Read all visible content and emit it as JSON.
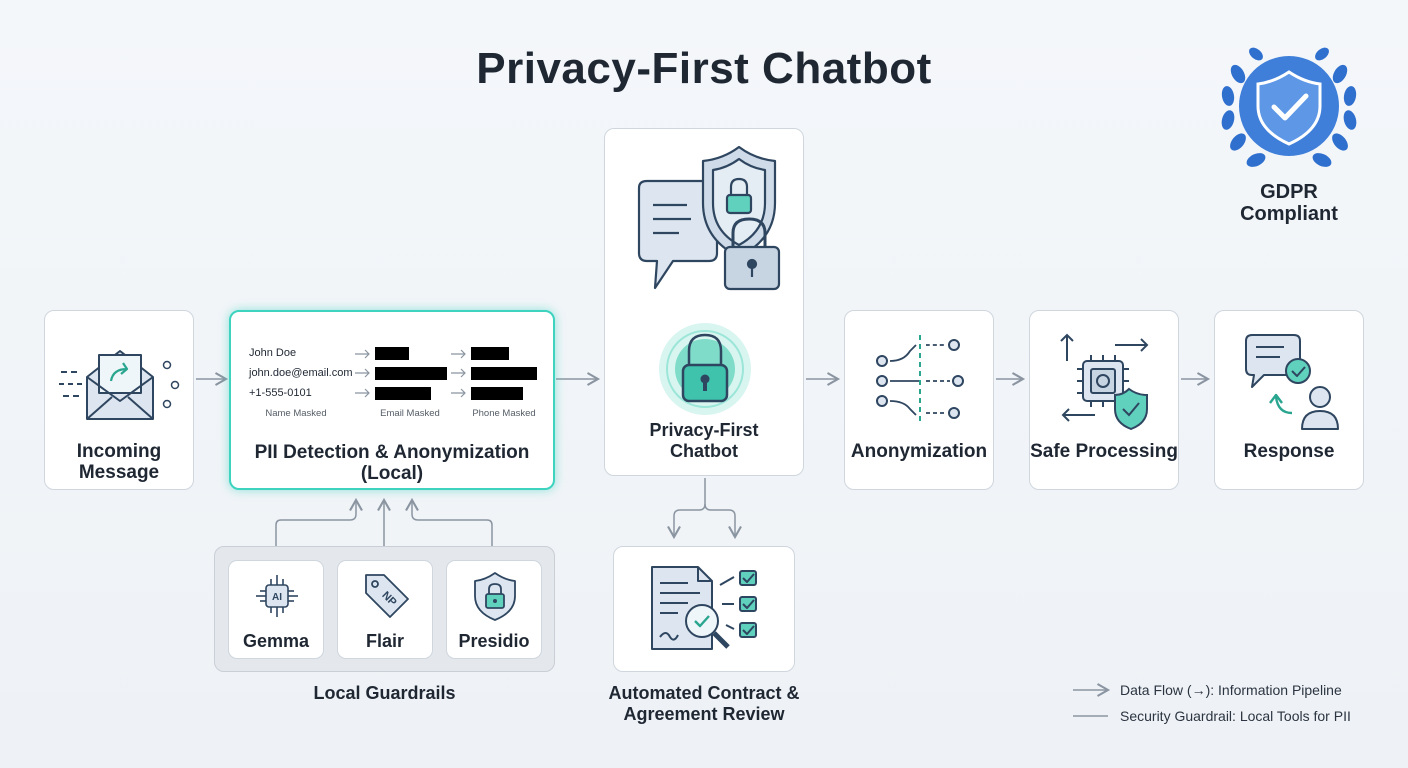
{
  "title": "Privacy-First Chatbot",
  "badge": {
    "line1": "GDPR",
    "line2": "Compliant"
  },
  "nodes": {
    "incoming": {
      "line1": "Incoming",
      "line2": "Message"
    },
    "pii": {
      "line1": "PII Detection & Anonymization",
      "line2": "(Local)"
    },
    "chatbot": {
      "line1": "Privacy-First",
      "line2": "Chatbot"
    },
    "anonymization": {
      "label": "Anonymization"
    },
    "safe": {
      "label": "Safe Processing"
    },
    "response": {
      "label": "Response"
    },
    "contract": {
      "line1": "Automated Contract &",
      "line2": "Agreement Review"
    }
  },
  "pii_examples": {
    "rows": [
      "John Doe",
      "john.doe@email.com",
      "+1-555-0101"
    ],
    "captions": [
      "Name Masked",
      "Email Masked",
      "Phone Masked"
    ]
  },
  "guardrails": {
    "label": "Local Guardrails",
    "tools": [
      "Gemma",
      "Flair",
      "Presidio"
    ],
    "icon_texts": {
      "gemma": "AI",
      "flair": "NP"
    }
  },
  "legend": {
    "data_flow": "Data Flow (→): Information Pipeline",
    "guardrail": "Security Guardrail: Local Tools for PII"
  },
  "colors": {
    "accent_teal": "#3dd3bf",
    "brand_blue": "#3f7fd9",
    "line_gray": "#8b95a1",
    "icon_navy": "#2f4660",
    "check_green": "#22b08a"
  }
}
